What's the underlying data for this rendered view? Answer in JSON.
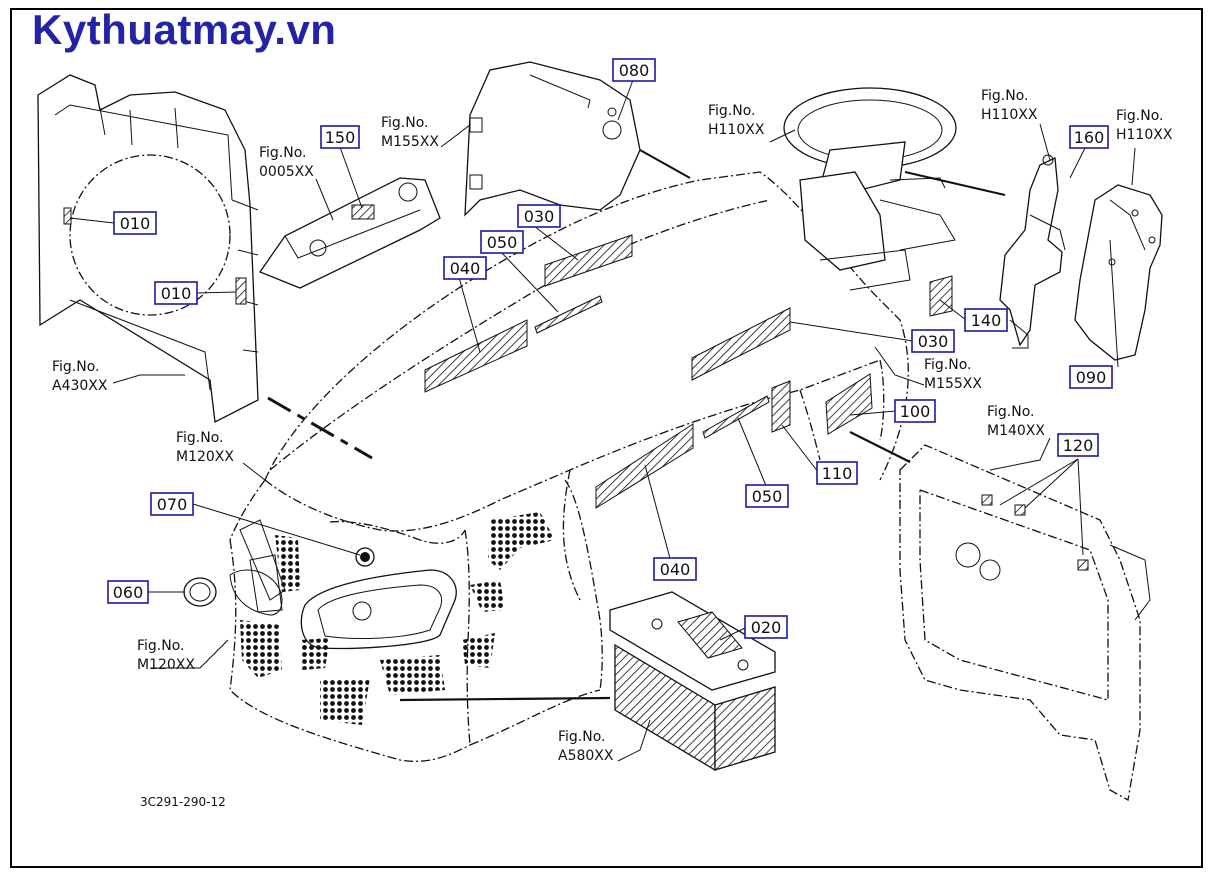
{
  "brand": {
    "text": "Kythuatmay.vn",
    "color": "#2323a8"
  },
  "diagram_code": "3C291-290-12",
  "fig_label": "Fig.No.",
  "figure_refs": {
    "a430": "A430XX",
    "m120_top": "M120XX",
    "m120_bottom": "M120XX",
    "f0005": "0005XX",
    "m155_top": "M155XX",
    "m155_right": "M155XX",
    "h110_center": "H110XX",
    "h110_mid": "H110XX",
    "h110_right": "H110XX",
    "m140": "M140XX",
    "a580": "A580XX"
  },
  "part_labels": {
    "p010_a": "010",
    "p010_b": "010",
    "p150": "150",
    "p080": "080",
    "p030_a": "030",
    "p030_b": "030",
    "p050_a": "050",
    "p050_b": "050",
    "p040_a": "040",
    "p040_b": "040",
    "p160": "160",
    "p140": "140",
    "p090": "090",
    "p100": "100",
    "p110": "110",
    "p120": "120",
    "p070": "070",
    "p060": "060",
    "p020": "020"
  },
  "colors": {
    "label_box_border": "#1a1aa0",
    "line_art": "#111111",
    "background": "#ffffff"
  }
}
